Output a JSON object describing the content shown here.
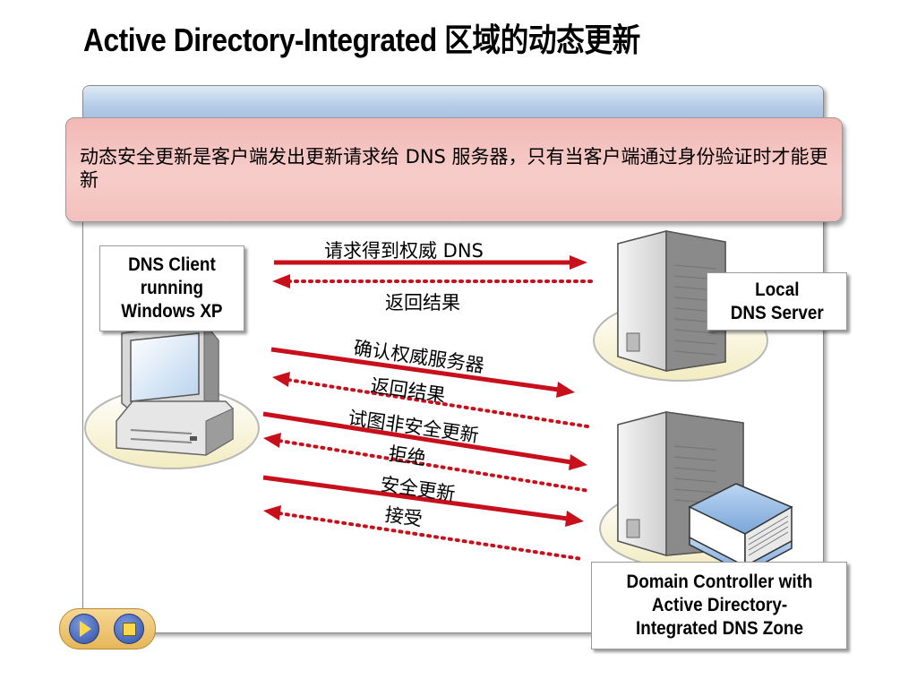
{
  "slide": {
    "title": "Active Directory-Integrated 区域的动态更新",
    "banner_text": "动态安全更新是客户端发出更新请求给 DNS 服务器，只有当客户端通过身份验证时才能更新"
  },
  "nodes": {
    "client_label": "DNS Client\nrunning\nWindows XP",
    "local_dns_label": "Local\nDNS Server",
    "dc_label": "Domain Controller with\nActive Directory-\nIntegrated DNS Zone"
  },
  "arrows": {
    "request_authority": "请求得到权威 DNS",
    "return_result_1": "返回结果",
    "confirm_authority": "确认权威服务器",
    "return_result_2": "返回结果",
    "try_insecure_update": "试图非安全更新",
    "refuse": "拒绝",
    "secure_update": "安全更新",
    "accept": "接受"
  },
  "colors": {
    "arrow_red": "#c8101c",
    "banner_pink": "#f4c4c0",
    "panel_header_blue": "#b4cbe6"
  },
  "icons": {
    "client": "desktop-computer-icon",
    "local_server": "server-tower-icon",
    "dc_server": "server-tower-icon",
    "directory_book": "binder-book-icon",
    "prev": "play-triangle-icon",
    "next": "stop-square-icon"
  }
}
